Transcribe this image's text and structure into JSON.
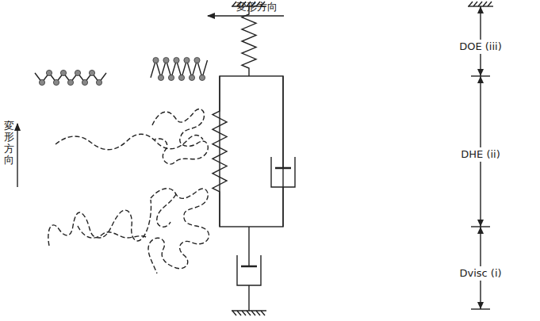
{
  "diagram": {
    "labels": [
      "変形方向",
      "変形方向",
      "DOE (iii)",
      "DHE (ii)",
      "Dvisc (i)"
    ]
  }
}
